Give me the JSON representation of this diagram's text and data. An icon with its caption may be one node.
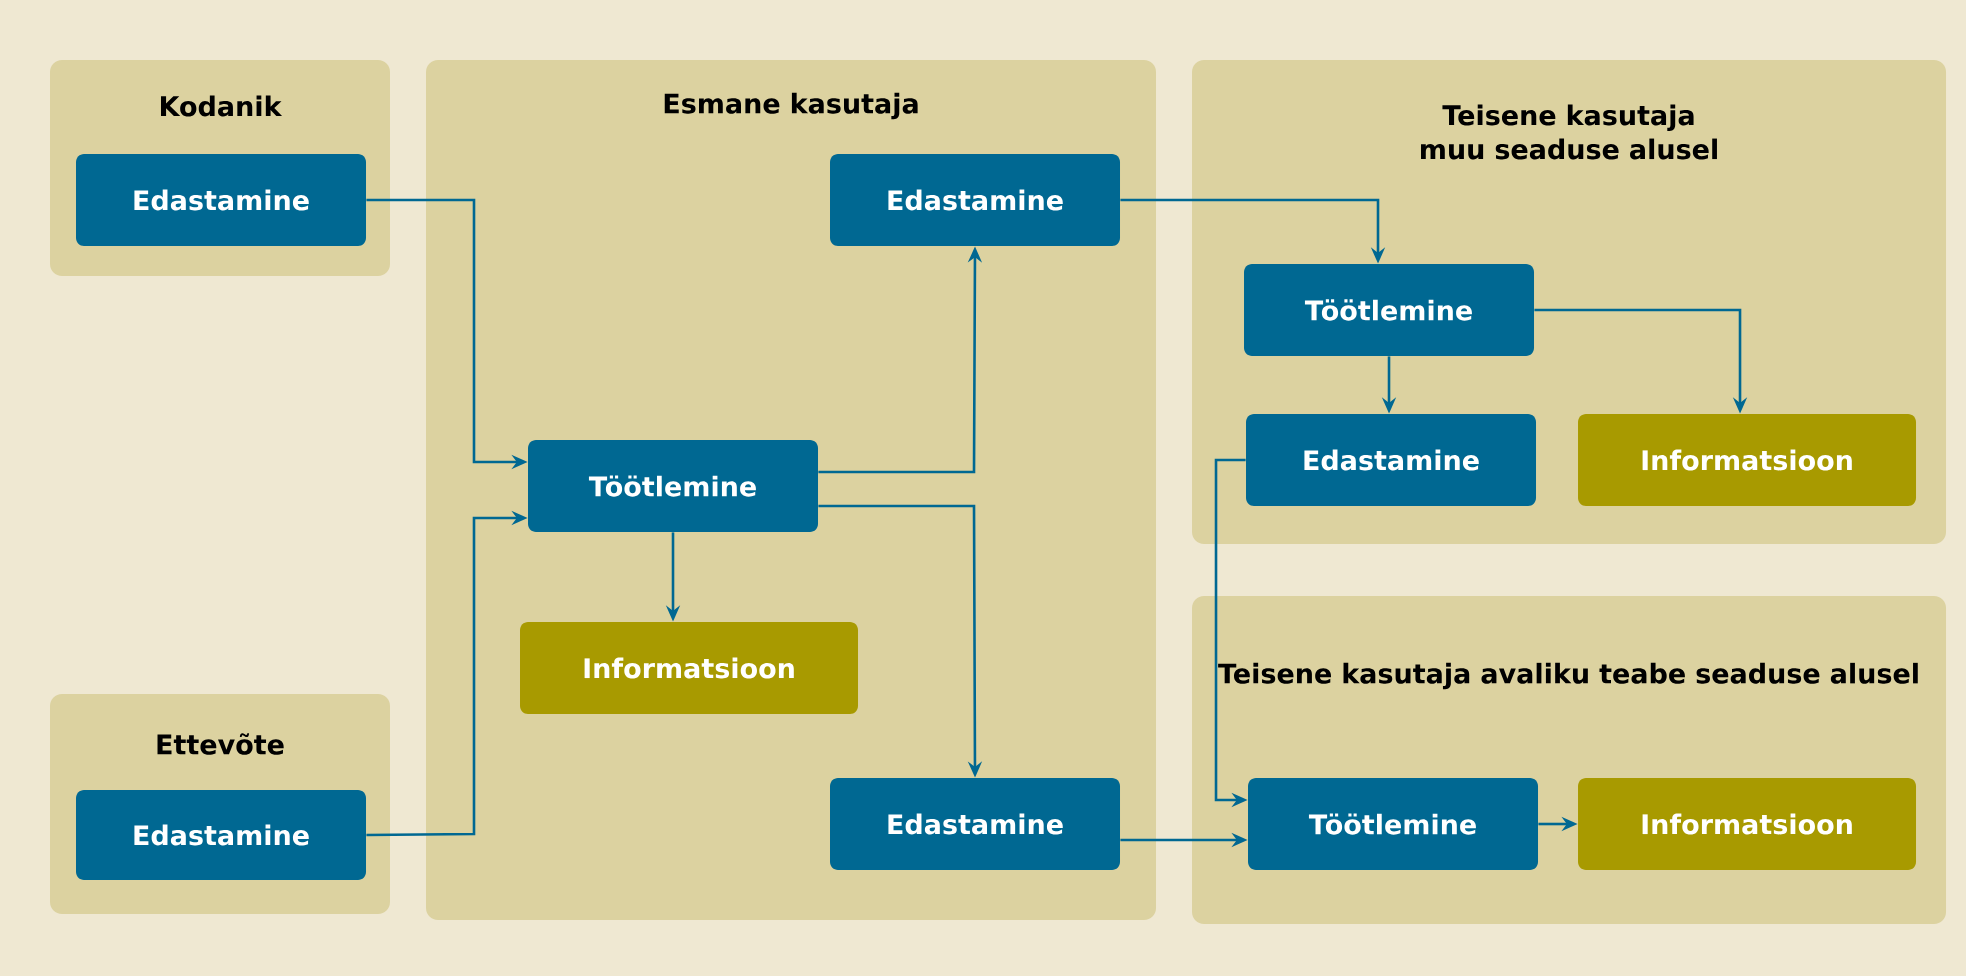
{
  "diagram": {
    "nodes": [
      {
        "text": [
          "Kodanik"
        ]
      },
      {
        "text": [
          "Edastamine"
        ],
        "in": 0
      },
      {
        "text": [
          "Ettevõte"
        ]
      },
      {
        "text": [
          "Edastamine"
        ],
        "in": 2
      },
      {
        "text": [
          "Esmane kasutaja"
        ]
      },
      {
        "text": [
          "Edastamine"
        ],
        "in": 4
      },
      {
        "text": [
          "Töötlemine"
        ],
        "in": 4
      },
      {
        "text": [
          "Informatsioon"
        ],
        "in": 4
      },
      {
        "text": [
          "Edastamine"
        ],
        "in": 4
      },
      {
        "text": [
          "Teisene kasutaja muu seaduse alusel"
        ]
      },
      {
        "text": [
          "Töötlemine"
        ],
        "in": 9
      },
      {
        "text": [
          "Edastamine"
        ],
        "in": 9
      },
      {
        "text": [
          "Informatsioon"
        ],
        "in": 9
      },
      {
        "text": [
          "Teisene kasutaja avaliku teabe seaduse alusel"
        ]
      },
      {
        "text": [
          "Töötlemine"
        ],
        "in": 13
      },
      {
        "text": [
          "Informatsioon"
        ],
        "in": 13
      }
    ],
    "edges": [
      {
        "from": 1,
        "to": 6,
        "arrow": "to"
      },
      {
        "from": 3,
        "to": 6,
        "arrow": "to"
      },
      {
        "from": 6,
        "to": 5,
        "arrow": "to"
      },
      {
        "from": 6,
        "to": 8,
        "arrow": "to"
      },
      {
        "from": 6,
        "to": 7,
        "arrow": "to"
      },
      {
        "from": 5,
        "to": 10,
        "arrow": "to"
      },
      {
        "from": 10,
        "to": 11,
        "arrow": "to"
      },
      {
        "from": 10,
        "to": 12,
        "arrow": "to"
      },
      {
        "from": 11,
        "to": 14,
        "arrow": "to"
      },
      {
        "from": 8,
        "to": 14,
        "arrow": "to"
      },
      {
        "from": 14,
        "to": 15,
        "arrow": "to"
      }
    ]
  }
}
